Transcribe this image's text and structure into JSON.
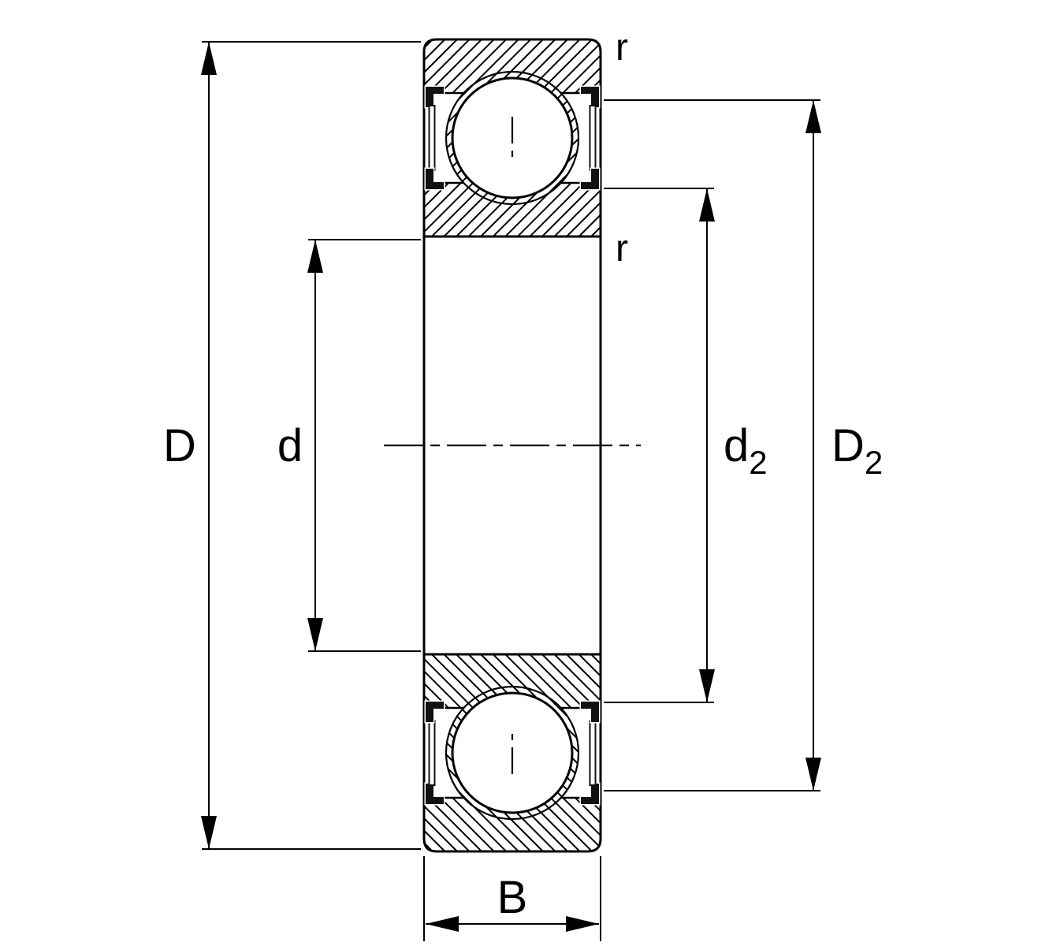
{
  "diagram": {
    "type": "bearing-cross-section",
    "colors": {
      "line": "#000000",
      "background": "#ffffff",
      "shield": "#111111"
    },
    "labels": {
      "outer_diameter": "D",
      "bore_diameter": "d",
      "inner_recess": {
        "base": "d",
        "sub": "2"
      },
      "outer_recess": {
        "base": "D",
        "sub": "2"
      },
      "width": "B",
      "chamfer_outer": "r",
      "chamfer_inner": "r"
    }
  }
}
